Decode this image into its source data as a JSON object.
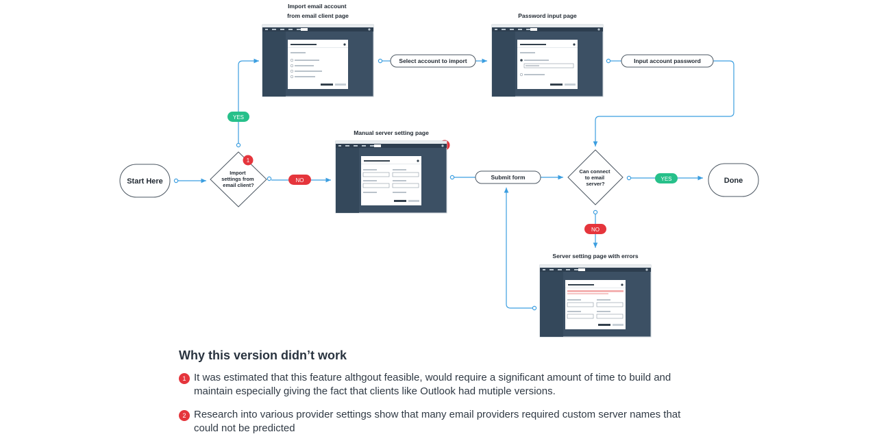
{
  "nodes": {
    "start": "Start Here",
    "done": "Done",
    "decision_import": [
      "Import",
      "settings from",
      "email client?"
    ],
    "decision_connect": [
      "Can connect",
      "to email",
      "server?"
    ]
  },
  "pages": {
    "import_page": [
      "Import email account",
      "from email client page"
    ],
    "password_page": "Password input page",
    "manual_page": "Manual server setting page",
    "errors_page": "Server setting page with errors"
  },
  "actions": {
    "select_account": "Select account to import",
    "input_password": "Input account password",
    "submit_form": "Submit form"
  },
  "branches": {
    "yes": "YES",
    "no": "NO"
  },
  "markers": {
    "one": "1",
    "two": "2"
  },
  "notes": {
    "heading": "Why this version didn’t work",
    "items": [
      {
        "num": "1",
        "text": [
          "It was estimated that this feature althgout feasible, would require a significant amount of time to build and",
          "maintain especially giving the fact that clients like Outlook had mutiple versions."
        ]
      },
      {
        "num": "2",
        "text": [
          "Research into various provider settings show that many email providers required custom server names that",
          "could not be predicted"
        ]
      }
    ]
  },
  "colors": {
    "arrow": "#3b9ee0",
    "yes": "#27c08a",
    "no": "#e5353c",
    "screen_bg": "#3c5064",
    "dialog": "#ffffff",
    "node_border": "#4a5560"
  }
}
